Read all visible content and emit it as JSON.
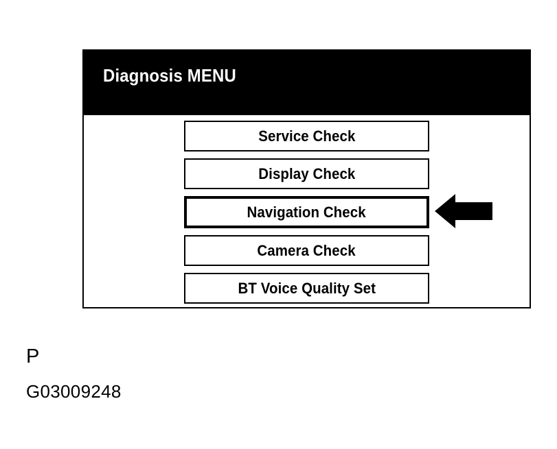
{
  "panel": {
    "header": {
      "title": "Diagnosis MENU",
      "background_color": "#000000",
      "text_color": "#ffffff"
    },
    "background_color": "#ffffff",
    "border_color": "#000000",
    "menu_items": [
      {
        "label": "Service Check",
        "selected": false
      },
      {
        "label": "Display Check",
        "selected": false
      },
      {
        "label": "Navigation Check",
        "selected": true
      },
      {
        "label": "Camera Check",
        "selected": false
      },
      {
        "label": "BT Voice Quality Set",
        "selected": false
      }
    ]
  },
  "annotation": {
    "arrow": {
      "icon": "arrow-left-icon",
      "direction": "left",
      "color": "#000000",
      "points_to": "Navigation Check"
    }
  },
  "caption": {
    "page_marker": "P",
    "figure_code": "G03009248"
  }
}
